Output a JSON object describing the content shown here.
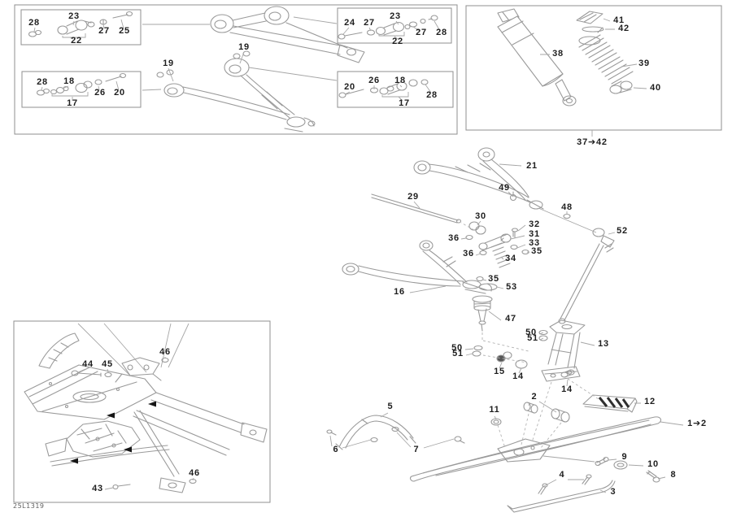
{
  "diagram": {
    "footer_code": "25L1319",
    "colors": {
      "background": "#ffffff",
      "line_art": "#9a9a9a",
      "label_text": "#1e1e1e",
      "footrest_stripes": "#2f2f2f",
      "assembly_arrows": "#161616"
    },
    "callouts": {
      "box1_kit_upper": {
        "k28": "28",
        "k23": "23",
        "k27": "27",
        "k25": "25",
        "k22": "22"
      },
      "box1_kit_lower": {
        "k28": "28",
        "k18": "18",
        "k26": "26",
        "k20": "20",
        "k17": "17"
      },
      "box2_kit_upper": {
        "k24": "24",
        "k27a": "27",
        "k23": "23",
        "k27b": "27",
        "k28": "28",
        "k22": "22"
      },
      "box2_kit_lower": {
        "k20": "20",
        "k26": "26",
        "k18": "18",
        "k28": "28",
        "k17": "17"
      },
      "arms": {
        "k19a": "19",
        "k19b": "19"
      },
      "shock_box": {
        "k41": "41",
        "k42": "42",
        "k38": "38",
        "k39": "39",
        "k40": "40",
        "range": "37➔42"
      },
      "center": {
        "k21": "21",
        "k49": "49",
        "k29": "29",
        "k48": "48",
        "k30": "30",
        "k32": "32",
        "k31": "31",
        "k36a": "36",
        "k33": "33",
        "k35a": "35",
        "k36b": "36",
        "k34": "34",
        "k52": "52",
        "k35b": "35",
        "k53": "53",
        "k16": "16",
        "k47": "47",
        "k50a": "50",
        "k51a": "51",
        "k13": "13",
        "k50b": "50",
        "k51b": "51",
        "k15": "15",
        "k14a": "14",
        "k14b": "14"
      },
      "ski": {
        "k12": "12",
        "k2": "2",
        "k11": "11",
        "k5": "5",
        "range": "1➔2",
        "k6": "6",
        "k7": "7",
        "k9": "9",
        "k10": "10",
        "k8": "8",
        "k4": "4",
        "k3": "3"
      },
      "frame_box": {
        "k44": "44",
        "k45": "45",
        "k46a": "46",
        "k46b": "46",
        "k43": "43"
      }
    }
  }
}
